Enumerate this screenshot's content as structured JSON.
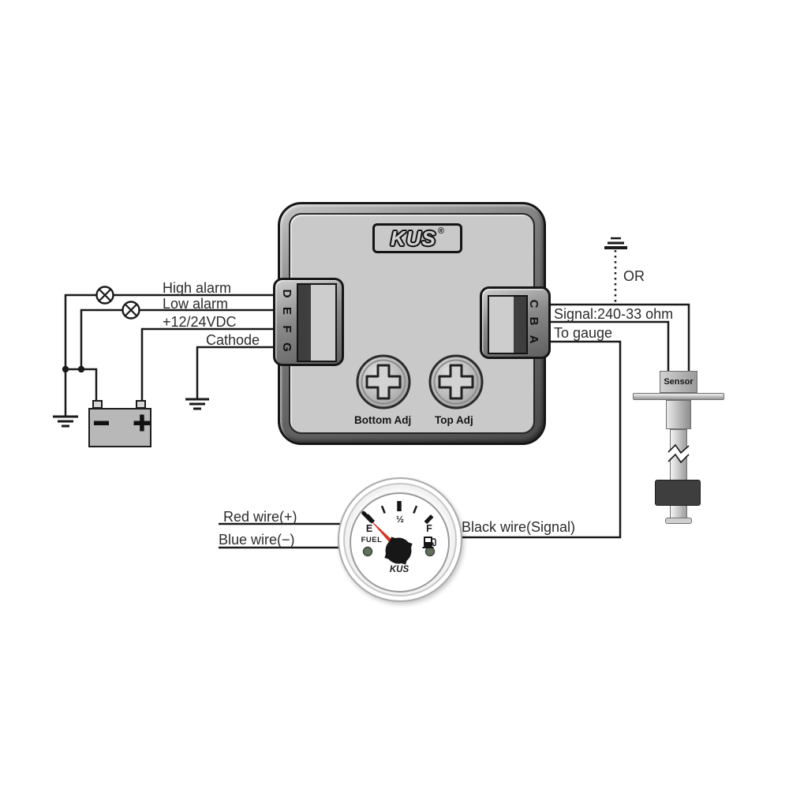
{
  "module": {
    "brand": "KUS",
    "brand_reg": "®",
    "left_terminals": [
      "D",
      "E",
      "F",
      "G"
    ],
    "right_terminals": [
      "C",
      "B",
      "A"
    ],
    "bottom_adj": "Bottom Adj",
    "top_adj": "Top Adj"
  },
  "labels": {
    "high_alarm": "High alarm",
    "low_alarm": "Low alarm",
    "power": "+12/24VDC",
    "cathode": "Cathode",
    "or": "OR",
    "signal": "Signal:240-33 ohm",
    "to_gauge": "To gauge",
    "red_wire": "Red wire(+)",
    "blue_wire": "Blue wire(−)",
    "black_wire": "Black wire(Signal)"
  },
  "sensor": {
    "label": "Sensor"
  },
  "gauge": {
    "scale": {
      "empty": "E",
      "half": "½",
      "full": "F"
    },
    "fuel_label": "FUEL",
    "brand": "KUS"
  },
  "colors": {
    "wire": "#1a1a1a",
    "needle_red": "#d63427",
    "module_fill": "#c9c9c9",
    "float_dark": "#3e3e3e",
    "led_green": "#62705c"
  }
}
